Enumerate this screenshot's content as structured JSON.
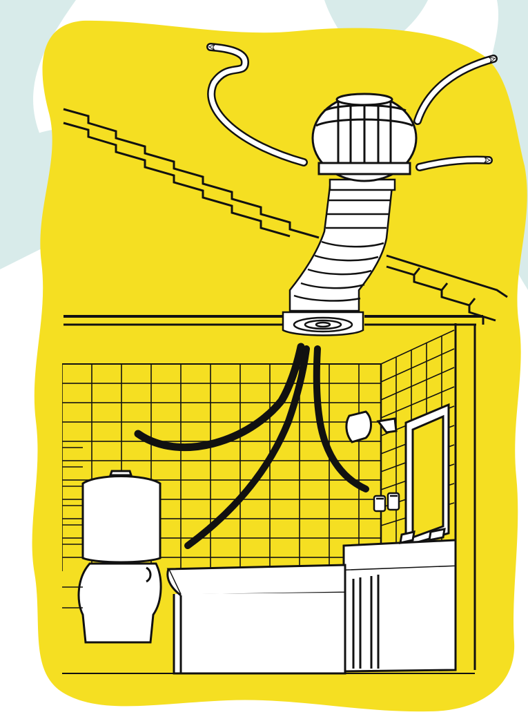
{
  "illustration": {
    "subject": "roof-turbine-vent-exhausting-bathroom-air",
    "colors": {
      "background": "#ffffff",
      "backdrop_shapes": "#d8ebea",
      "blob": "#f5df22",
      "ink": "#111111",
      "fill_white": "#ffffff"
    },
    "components": [
      {
        "name": "turbine-vent",
        "icon": "turbine-icon"
      },
      {
        "name": "flexible-duct",
        "icon": "duct-icon"
      },
      {
        "name": "ceiling-grille",
        "icon": "grille-icon"
      },
      {
        "name": "roof",
        "icon": "roof-icon"
      },
      {
        "name": "tiled-wall",
        "icon": "tile-icon"
      },
      {
        "name": "toilet",
        "icon": "toilet-icon"
      },
      {
        "name": "bathtub",
        "icon": "bathtub-icon"
      },
      {
        "name": "shower-head",
        "icon": "shower-icon"
      },
      {
        "name": "vanity",
        "icon": "vanity-icon"
      },
      {
        "name": "mirror",
        "icon": "mirror-icon"
      }
    ],
    "airflow": {
      "inflow_arrows": 3,
      "outflow_arrows": 3
    }
  }
}
